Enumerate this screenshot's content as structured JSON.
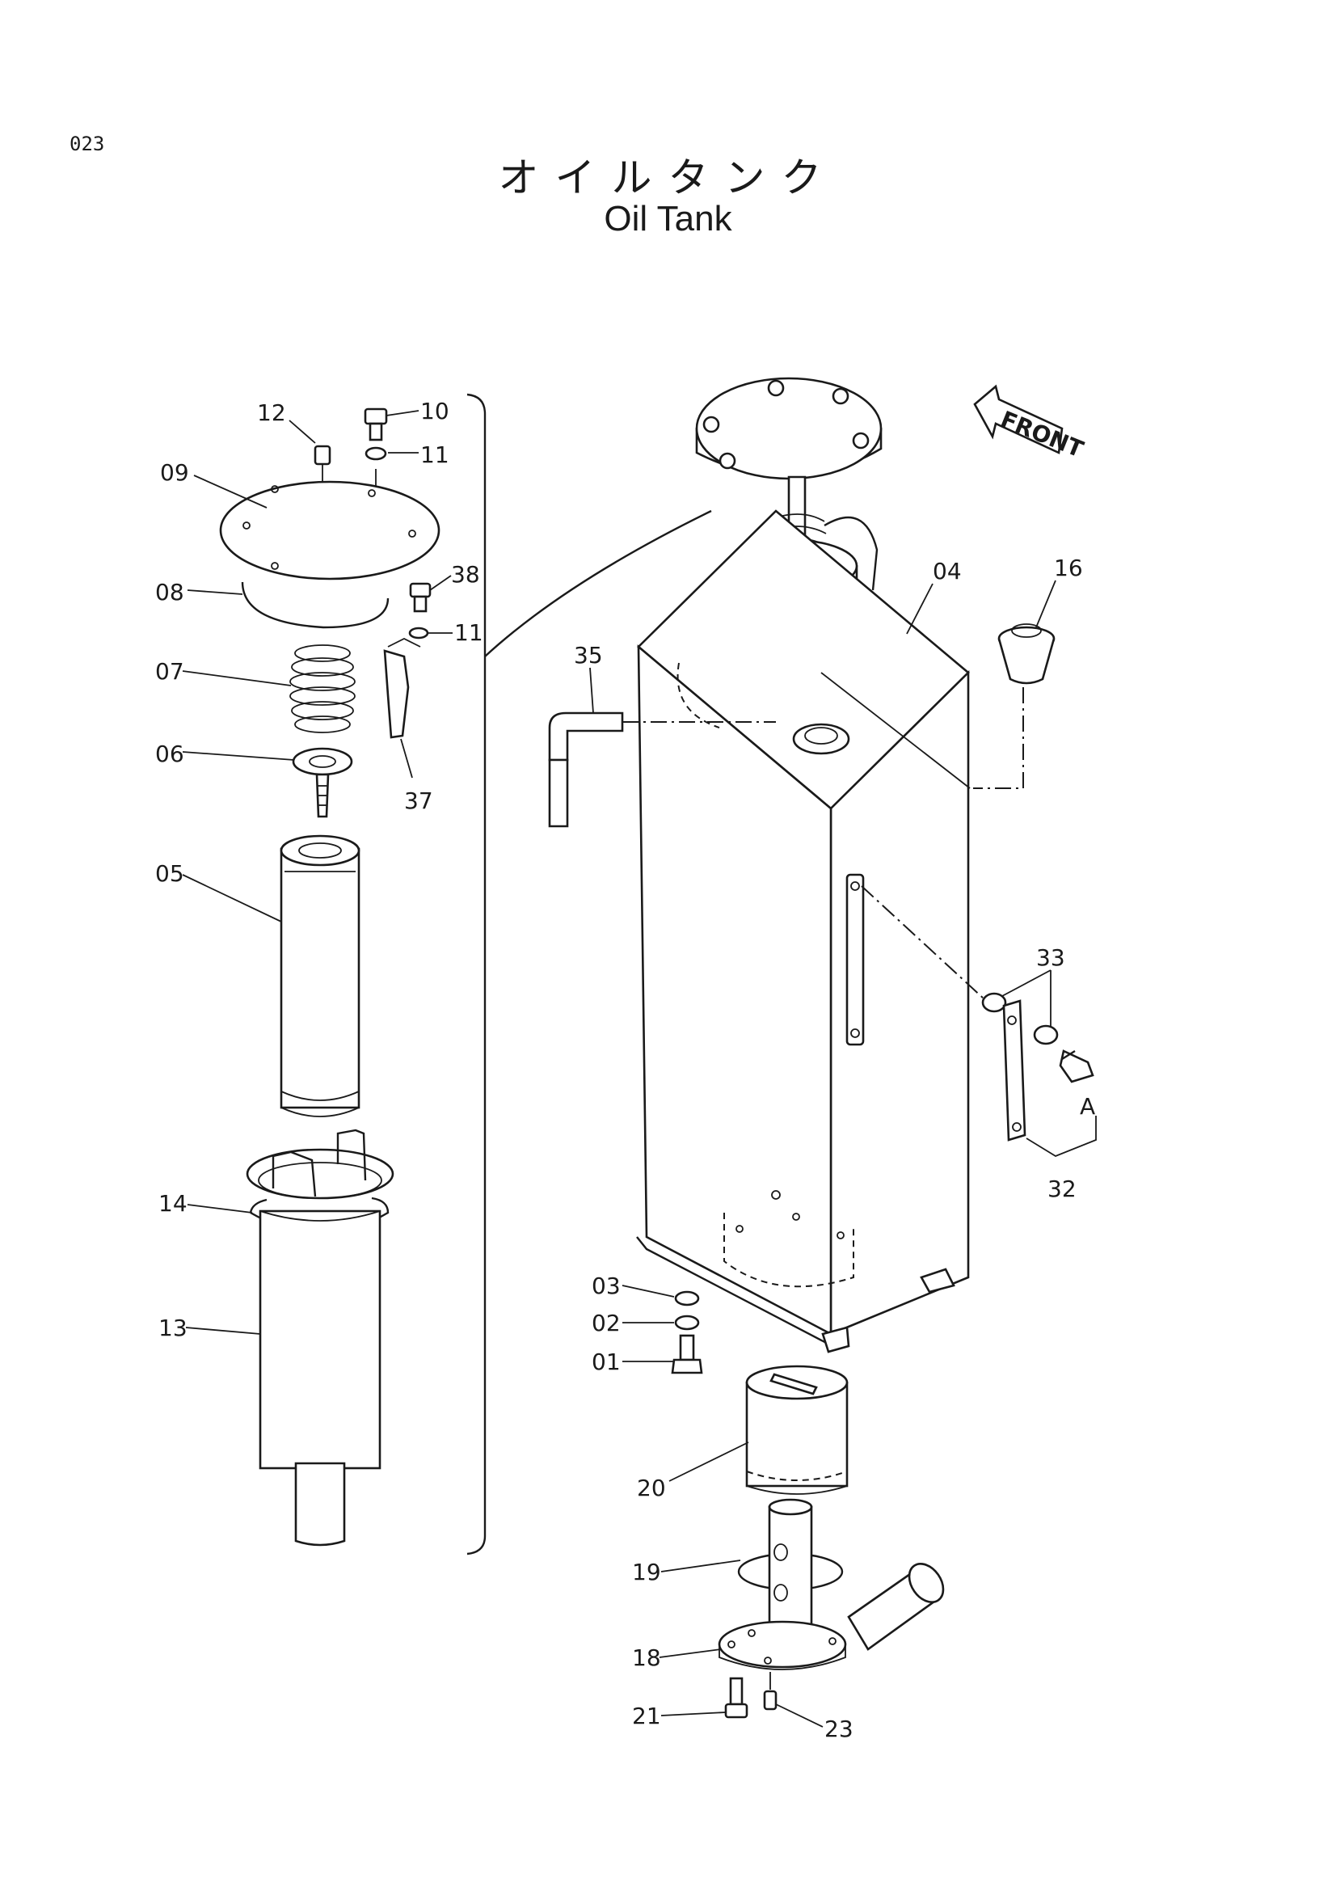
{
  "page": {
    "number": "023",
    "title_jp": "オイルタンク",
    "title_en": "Oil Tank"
  },
  "front_arrow_label": "FRONT",
  "callouts": [
    {
      "id": "12",
      "label": "12"
    },
    {
      "id": "10",
      "label": "10"
    },
    {
      "id": "11a",
      "label": "11"
    },
    {
      "id": "09",
      "label": "09"
    },
    {
      "id": "08",
      "label": "08"
    },
    {
      "id": "38",
      "label": "38"
    },
    {
      "id": "11b",
      "label": "11"
    },
    {
      "id": "07",
      "label": "07"
    },
    {
      "id": "06",
      "label": "06"
    },
    {
      "id": "37",
      "label": "37"
    },
    {
      "id": "05",
      "label": "05"
    },
    {
      "id": "14",
      "label": "14"
    },
    {
      "id": "13",
      "label": "13"
    },
    {
      "id": "04",
      "label": "04"
    },
    {
      "id": "16",
      "label": "16"
    },
    {
      "id": "35",
      "label": "35"
    },
    {
      "id": "33",
      "label": "33"
    },
    {
      "id": "A",
      "label": "A"
    },
    {
      "id": "32",
      "label": "32"
    },
    {
      "id": "03",
      "label": "03"
    },
    {
      "id": "02",
      "label": "02"
    },
    {
      "id": "01",
      "label": "01"
    },
    {
      "id": "20",
      "label": "20"
    },
    {
      "id": "19",
      "label": "19"
    },
    {
      "id": "18",
      "label": "18"
    },
    {
      "id": "21",
      "label": "21"
    },
    {
      "id": "23",
      "label": "23"
    }
  ]
}
